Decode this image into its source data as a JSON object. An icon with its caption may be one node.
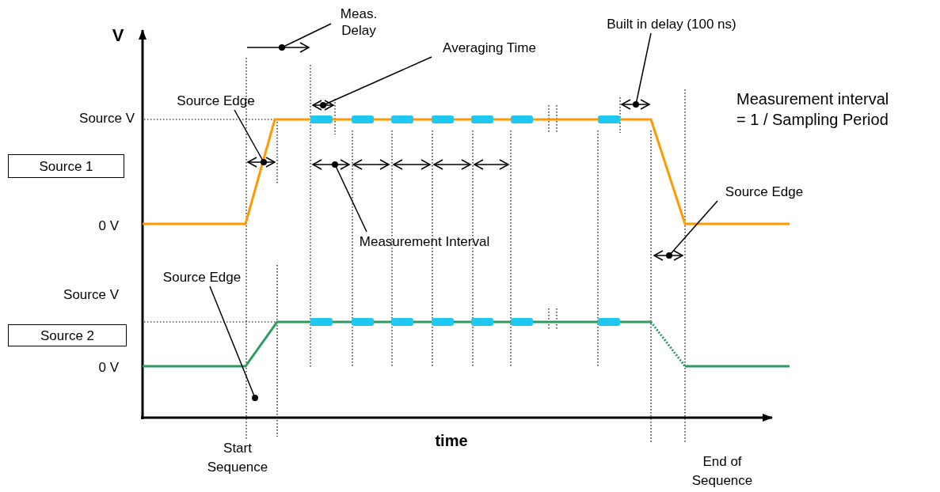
{
  "diagram": {
    "nodes": [
      {
        "text": [
          "Source 1"
        ]
      },
      {
        "text": [
          "Source 2"
        ]
      },
      {
        "text": [
          "Meas. Delay"
        ]
      },
      {
        "text": [
          "Averaging Time"
        ]
      },
      {
        "text": [
          "Source Edge"
        ]
      },
      {
        "text": [
          "Measurement Interval"
        ]
      },
      {
        "text": [
          "Built in delay (100 ns)"
        ]
      },
      {
        "text": [
          "Source Edge"
        ]
      },
      {
        "text": [
          "Source Edge"
        ]
      },
      {
        "text": [],
        "shape": "arrow"
      },
      {
        "text": [],
        "shape": "arrow"
      },
      {
        "text": [],
        "shape": "arrow"
      },
      {
        "text": [],
        "shape": "arrow"
      },
      {
        "text": [],
        "shape": "arrow"
      },
      {
        "text": [],
        "shape": "arrow"
      }
    ],
    "edges": [
      {
        "from": 2,
        "to": 9,
        "arrow": "other"
      },
      {
        "from": 3,
        "to": 11,
        "arrow": "other"
      },
      {
        "from": 4,
        "to": 10,
        "arrow": "other"
      },
      {
        "from": 5,
        "to": 12,
        "arrow": "other"
      },
      {
        "from": 6,
        "to": 13,
        "arrow": "other"
      },
      {
        "from": 7,
        "to": 14,
        "arrow": "other"
      },
      {
        "from": 8,
        "to": null,
        "arrow": "other"
      }
    ],
    "labels": [
      "V",
      "Source V",
      "0 V",
      "Measurement interval = 1 / Sampling Period",
      "Source V",
      "0 V",
      "time",
      "Start Sequence",
      "End of Sequence"
    ]
  }
}
